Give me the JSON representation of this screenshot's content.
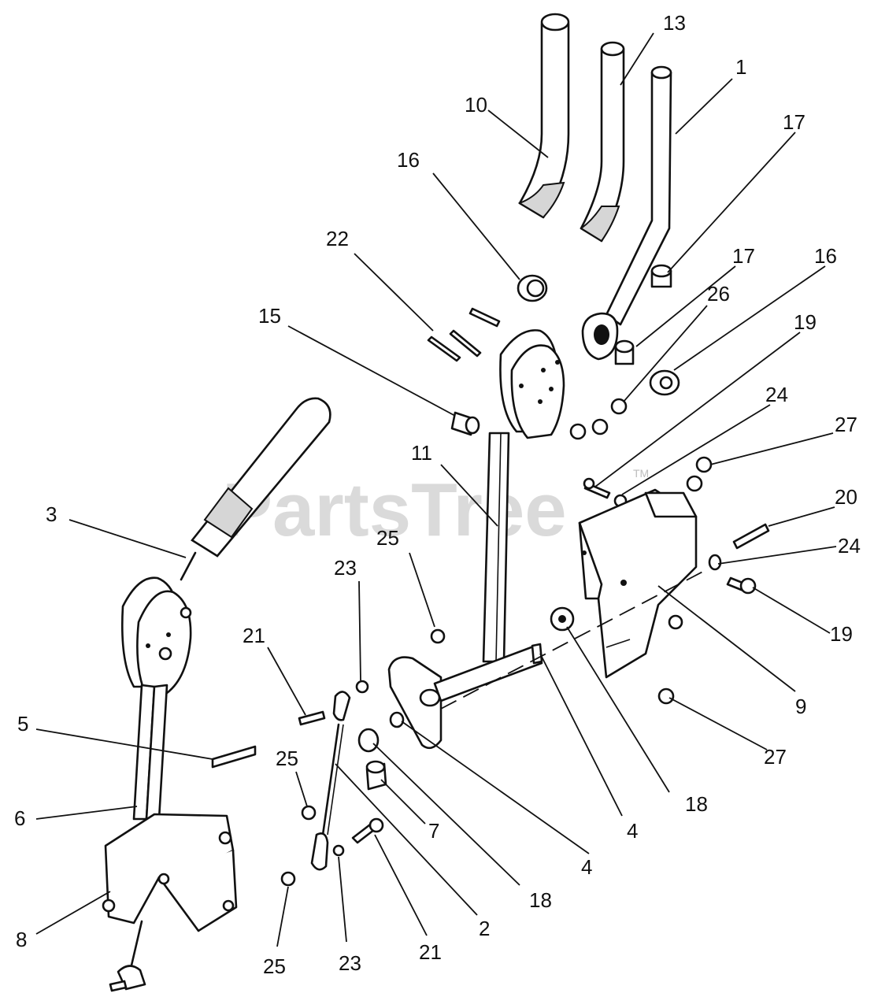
{
  "watermark": {
    "text": "PartsTree",
    "tm": "TM"
  },
  "callouts": [
    {
      "id": "c13a",
      "text": "13"
    },
    {
      "id": "c1",
      "text": "1"
    },
    {
      "id": "c10",
      "text": "10"
    },
    {
      "id": "c17a",
      "text": "17"
    },
    {
      "id": "c16a",
      "text": "16"
    },
    {
      "id": "c17b",
      "text": "17"
    },
    {
      "id": "c22",
      "text": "22"
    },
    {
      "id": "c16b",
      "text": "16"
    },
    {
      "id": "c26",
      "text": "26"
    },
    {
      "id": "c15",
      "text": "15"
    },
    {
      "id": "c19a",
      "text": "19"
    },
    {
      "id": "c24a",
      "text": "24"
    },
    {
      "id": "c27a",
      "text": "27"
    },
    {
      "id": "c11",
      "text": "11"
    },
    {
      "id": "c20",
      "text": "20"
    },
    {
      "id": "c3",
      "text": "3"
    },
    {
      "id": "c25a",
      "text": "25"
    },
    {
      "id": "c24b",
      "text": "24"
    },
    {
      "id": "c23a",
      "text": "23"
    },
    {
      "id": "c19b",
      "text": "19"
    },
    {
      "id": "c21a",
      "text": "21"
    },
    {
      "id": "c9",
      "text": "9"
    },
    {
      "id": "c5",
      "text": "5"
    },
    {
      "id": "c27b",
      "text": "27"
    },
    {
      "id": "c25b",
      "text": "25"
    },
    {
      "id": "c6",
      "text": "6"
    },
    {
      "id": "c7",
      "text": "7"
    },
    {
      "id": "c4a",
      "text": "4"
    },
    {
      "id": "c18a",
      "text": "18"
    },
    {
      "id": "c4b",
      "text": "4"
    },
    {
      "id": "c8",
      "text": "8"
    },
    {
      "id": "c18b",
      "text": "18"
    },
    {
      "id": "c2",
      "text": "2"
    },
    {
      "id": "c25c",
      "text": "25"
    },
    {
      "id": "c23b",
      "text": "23"
    },
    {
      "id": "c21b",
      "text": "21"
    }
  ]
}
